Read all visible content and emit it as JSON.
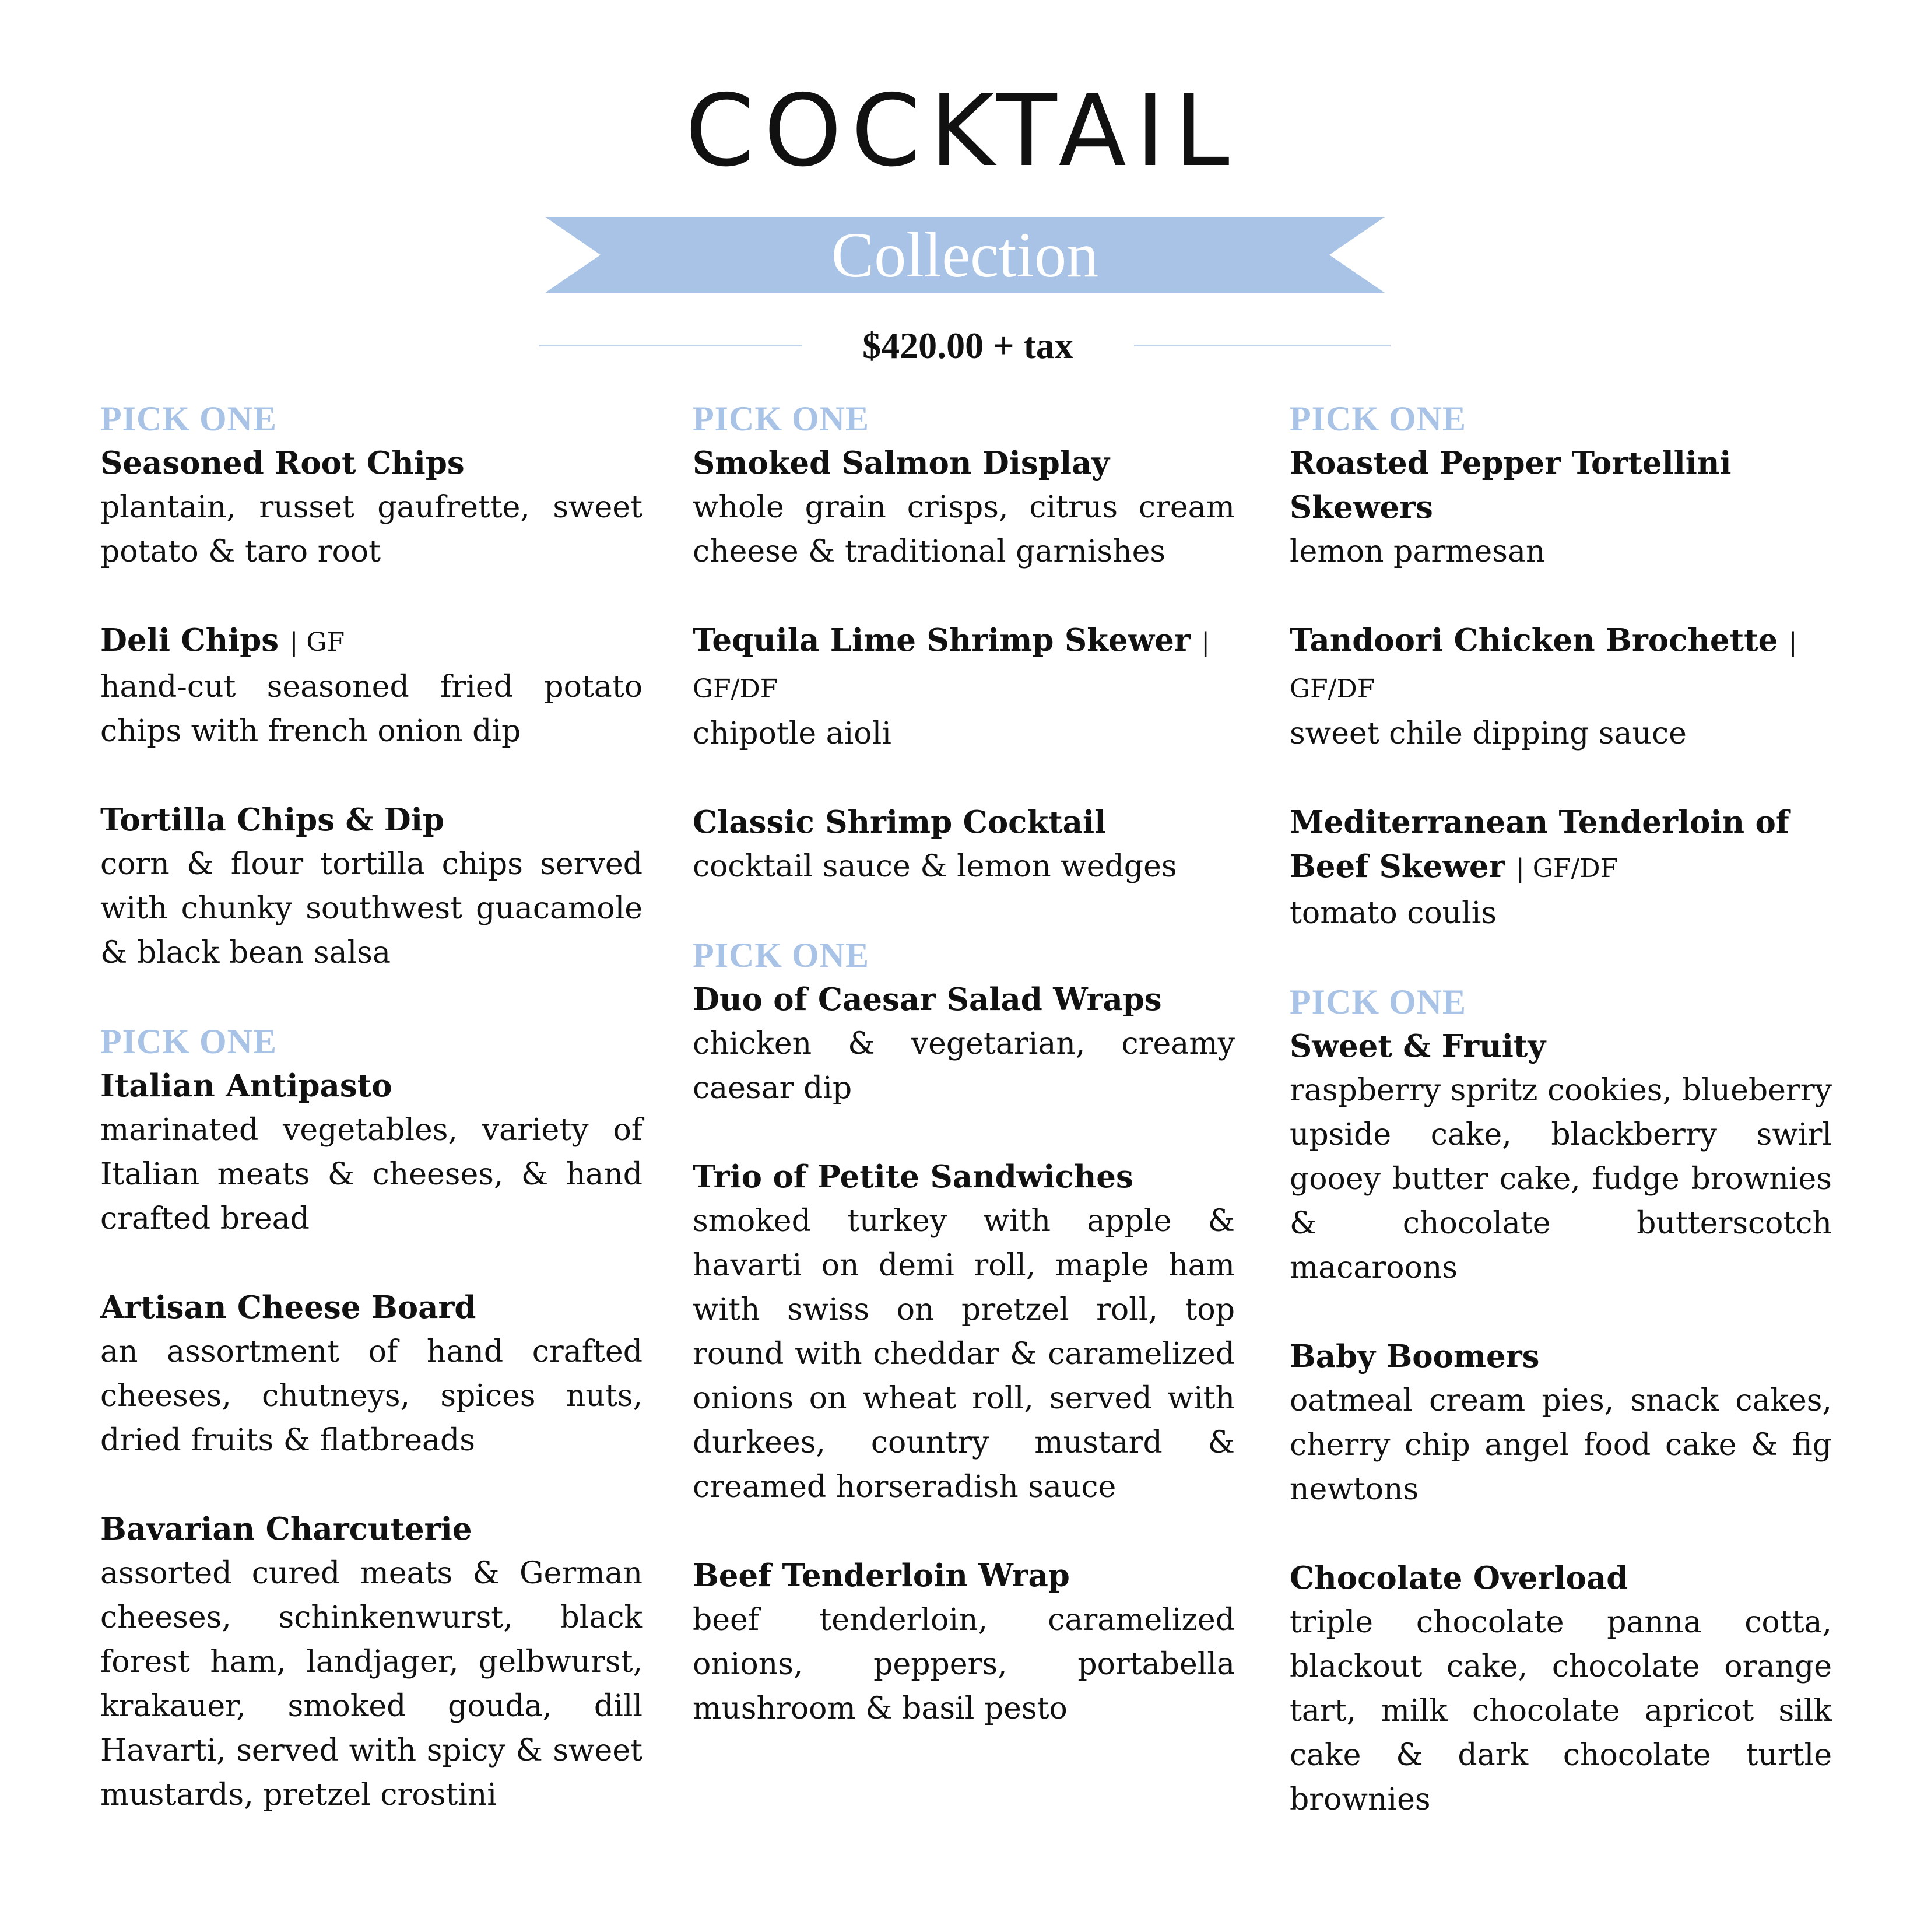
{
  "header": {
    "title": "COCKTAIL",
    "banner": "Collection",
    "price": "$420.00 + tax"
  },
  "colors": {
    "accent": "#a8c3e6",
    "text": "#111111",
    "rule": "#c3d4ea"
  },
  "columns": [
    {
      "sections": [
        {
          "label": "PICK ONE",
          "items": [
            {
              "name": "Seasoned Root Chips",
              "tag": "",
              "desc": "plantain, russet gaufrette, sweet potato & taro root"
            },
            {
              "name": "Deli Chips",
              "tag": "| GF",
              "desc": "hand-cut seasoned fried potato chips with french onion dip"
            },
            {
              "name": "Tortilla Chips & Dip",
              "tag": "",
              "desc": "corn & flour tortilla chips served with chunky southwest guacamole & black bean salsa"
            }
          ]
        },
        {
          "label": "PICK ONE",
          "items": [
            {
              "name": "Italian Antipasto",
              "tag": "",
              "desc": "marinated vegetables, variety of Italian meats & cheeses, & hand crafted bread"
            },
            {
              "name": "Artisan Cheese Board",
              "tag": "",
              "desc": "an assortment of hand crafted cheeses, chutneys, spices nuts, dried fruits & flatbreads"
            },
            {
              "name": "Bavarian Charcuterie",
              "tag": "",
              "desc": "assorted cured meats & German cheeses, schinkenwurst, black forest ham, landjager, gelbwurst, krakauer, smoked gouda, dill Havarti, served with spicy & sweet mustards, pretzel crostini"
            }
          ]
        }
      ]
    },
    {
      "sections": [
        {
          "label": "PICK ONE",
          "items": [
            {
              "name": "Smoked Salmon Display",
              "tag": "",
              "desc": "whole grain crisps, citrus cream cheese & traditional garnishes"
            },
            {
              "name": "Tequila Lime Shrimp Skewer",
              "tag": "| GF/DF",
              "desc": "chipotle aioli"
            },
            {
              "name": "Classic Shrimp Cocktail",
              "tag": "",
              "desc": "cocktail sauce & lemon wedges"
            }
          ]
        },
        {
          "label": "PICK ONE",
          "items": [
            {
              "name": "Duo of Caesar Salad Wraps",
              "tag": "",
              "desc": "chicken & vegetarian, creamy caesar dip"
            },
            {
              "name": "Trio of Petite Sandwiches",
              "tag": "",
              "desc": "smoked turkey with apple & havarti on demi roll, maple ham with swiss on pretzel roll, top round with cheddar & caramelized onions on wheat roll, served with durkees, country mustard & creamed horseradish sauce"
            },
            {
              "name": "Beef Tenderloin Wrap",
              "tag": "",
              "desc": "beef tenderloin, caramelized onions, peppers, portabella mushroom & basil pesto"
            }
          ]
        }
      ]
    },
    {
      "sections": [
        {
          "label": "PICK ONE",
          "items": [
            {
              "name": "Roasted Pepper Tortellini Skewers",
              "tag": "",
              "desc": "lemon parmesan"
            },
            {
              "name": "Tandoori Chicken Brochette",
              "tag": "| GF/DF",
              "desc": "sweet chile dipping sauce"
            },
            {
              "name": "Mediterranean Tenderloin of Beef Skewer",
              "tag": "| GF/DF",
              "desc": "tomato coulis"
            }
          ]
        },
        {
          "label": "PICK ONE",
          "items": [
            {
              "name": "Sweet & Fruity",
              "tag": "",
              "desc": "raspberry spritz cookies, blueberry upside cake, blackberry swirl gooey butter cake, fudge brownies & chocolate butterscotch macaroons"
            },
            {
              "name": "Baby Boomers",
              "tag": "",
              "desc": "oatmeal cream pies, snack cakes, cherry chip angel food cake & fig newtons"
            },
            {
              "name": "Chocolate Overload",
              "tag": "",
              "desc": "triple chocolate panna cotta, blackout cake, chocolate orange tart, milk chocolate apricot silk cake & dark chocolate turtle brownies"
            }
          ]
        }
      ]
    }
  ]
}
